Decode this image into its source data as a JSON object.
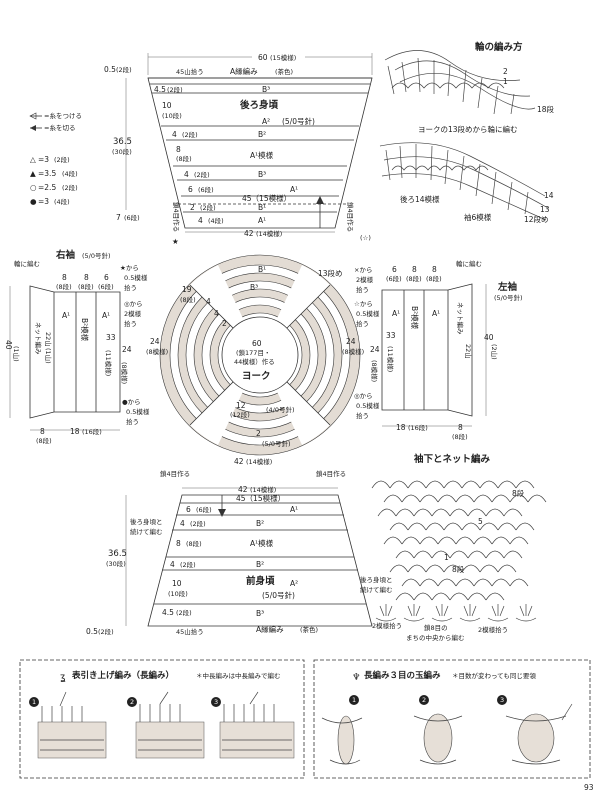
{
  "page_number": "93",
  "back": {
    "title": "後ろ身頃",
    "needle": "(5/0号針)",
    "top_width": "60",
    "top_width_pat": "(15模様)",
    "pickup": "45山拾う",
    "edging": "A縁編み",
    "edging_color": "(茶色)",
    "bottom_width": "42",
    "bottom_width_pat": "(14模様)",
    "height": "36.5",
    "height_rows": "(30段)",
    "edge_top": "0.5",
    "edge_top_rows": "(2段)",
    "edge_bottom": "7",
    "edge_bottom_rows": "(6段)",
    "rows": [
      {
        "h": "4.5",
        "r": "(2段)",
        "p": "B³"
      },
      {
        "h": "10",
        "r": "(10段)",
        "p": "A²"
      },
      {
        "h": "4",
        "r": "(2段)",
        "p": "B²"
      },
      {
        "h": "8",
        "r": "(8段)",
        "p": "A¹模様"
      },
      {
        "h": "4",
        "r": "(2段)",
        "p": "B³"
      },
      {
        "h": "6",
        "r": "(6段)",
        "p": "A¹"
      },
      {
        "h": "",
        "r": "",
        "p": "45（15模様）"
      },
      {
        "h": "2",
        "r": "(2段)",
        "p": "B¹"
      },
      {
        "h": "4",
        "r": "(4段)",
        "p": "A¹"
      }
    ],
    "left_note": "鎖4目作る",
    "right_note": "鎖4目作る",
    "star_black": "★",
    "star_white": "(☆)"
  },
  "legend": {
    "attach": "=糸をつける",
    "cut": "=糸を切る",
    "items": [
      {
        "sym": "△",
        "label": "=3",
        "rows": "(2段)"
      },
      {
        "sym": "▲",
        "label": "=3.5",
        "rows": "(4段)"
      },
      {
        "sym": "○",
        "label": "=2.5",
        "rows": "(2段)"
      },
      {
        "sym": "●",
        "label": "=3",
        "rows": "(4段)"
      }
    ]
  },
  "ring": {
    "title": "輪の編み方",
    "note": "ヨークの13段めから輪に編む",
    "back_label": "後ろ14模様",
    "sleeve_label": "袖6模様",
    "row18": "18段",
    "row14": "14",
    "row13": "13",
    "row12": "12段め",
    "n1": "1",
    "n2": "2"
  },
  "yoke": {
    "label": "ヨーク",
    "center1": "60",
    "center2": "(鎖177目・",
    "center3": "44模様）作る",
    "top": "42",
    "top_pat": "(14模様)",
    "bottom": "42",
    "bottom_pat": "(14模様)",
    "side_l": "24",
    "side_l_rows": "(8模様)",
    "side_r": "24",
    "side_r_rows": "(8模様)",
    "b1_top": "B¹",
    "b3_top": "B³",
    "r19": "19",
    "r19b": "(8段)",
    "r13": "13段め",
    "r4a": "4",
    "r4b": "4",
    "r2": "2",
    "r12": "12",
    "r12b": "(12段)",
    "n40": "(4/0号針)",
    "n50": "(5/0号針)",
    "r2b": "2"
  },
  "right_sleeve": {
    "title": "右袖",
    "needle": "(5/0号針)",
    "ring": "輪に編む",
    "cols": [
      {
        "w": "8",
        "r": "(8段)"
      },
      {
        "w": "8",
        "r": "(8段)"
      },
      {
        "w": "6",
        "r": "(6段)"
      }
    ],
    "net": "ネット編み",
    "net_rows": "22山",
    "net_rows2": "(1山)",
    "p_a1": "A¹",
    "p_b2": "B²模様",
    "p_a1b": "A¹",
    "h40": "40",
    "h40r": "(1山)",
    "h33": "33",
    "h33r": "(11模様)",
    "h24": "24",
    "h24r": "(8模様)",
    "bot8": "8",
    "bot8r": "(8段)",
    "bot18": "18",
    "bot18r": "(16段)",
    "star": "★から",
    "star2": "0.5模様",
    "star3": "拾う",
    "wc": "◎から",
    "wc2": "2模様",
    "wc3": "拾う",
    "bc": "●から",
    "bc2": "0.5模様",
    "bc3": "拾う"
  },
  "left_sleeve": {
    "title": "左袖",
    "needle": "(5/0号針)",
    "ring": "輪に編む",
    "cols": [
      {
        "w": "6",
        "r": "(6段)"
      },
      {
        "w": "8",
        "r": "(8段)"
      },
      {
        "w": "8",
        "r": "(8段)"
      }
    ],
    "net": "ネット編み",
    "net_rows": "22山",
    "h40": "40",
    "h40r": "(2山)",
    "h33": "33",
    "h33r": "(11模様)",
    "h24": "24",
    "h24r": "(8模様)",
    "bot8": "8",
    "bot8r": "(8段)",
    "bot18": "18",
    "bot18r": "(16段)",
    "x1": "×から",
    "x2": "2模様",
    "x3": "拾う",
    "sc": "☆から",
    "sc2": "0.5模様",
    "sc3": "拾う",
    "wc": "◎から",
    "wc2": "0.5模様",
    "wc3": "拾う",
    "p_a1": "A¹",
    "p_b2": "B²模様",
    "p_a1b": "A¹"
  },
  "front": {
    "title": "前身頃",
    "needle": "(5/0号針)",
    "top_note_l": "鎖4目作る",
    "top_note_r": "鎖4目作る",
    "top_width": "42",
    "top_width_pat": "(14模様)",
    "row45": "45（15模様）",
    "rows": [
      {
        "h": "6",
        "r": "(6段)",
        "p": "A¹"
      },
      {
        "h": "4",
        "r": "(2段)",
        "p": "B²"
      },
      {
        "h": "8",
        "r": "(8段)",
        "p": "A¹模様"
      },
      {
        "h": "4",
        "r": "(2段)",
        "p": "B²"
      },
      {
        "h": "10",
        "r": "(10段)",
        "p": "A²"
      },
      {
        "h": "4.5",
        "r": "(2段)",
        "p": "B³"
      }
    ],
    "height": "36.5",
    "height_rows": "(30段)",
    "edge": "0.5",
    "edge_rows": "(2段)",
    "pickup": "45山拾う",
    "edging": "A縁編み",
    "edging_color": "(茶色)",
    "cont_note1": "後ろ身頃と",
    "cont_note2": "続けて編む"
  },
  "gusset": {
    "title": "袖下とネット編み",
    "r8": "8段",
    "r5": "5",
    "r1": "1",
    "r8b": "8段",
    "note1": "後ろ身頃と",
    "note2": "続けて編む",
    "pick1": "2模様拾う",
    "pick2": "2模様拾う",
    "center1": "鎖8目の",
    "center2": "まちの中央から編む"
  },
  "bottom_left": {
    "title": "表引き上げ編み（長編み）",
    "note": "＊中長編みは中長編みで編む",
    "s1": "1",
    "s2": "2",
    "s3": "3"
  },
  "bottom_right": {
    "title": "長編み３目の玉編み",
    "note": "＊目数が変わっても同じ要領",
    "s1": "1",
    "s2": "2",
    "s3": "3"
  }
}
